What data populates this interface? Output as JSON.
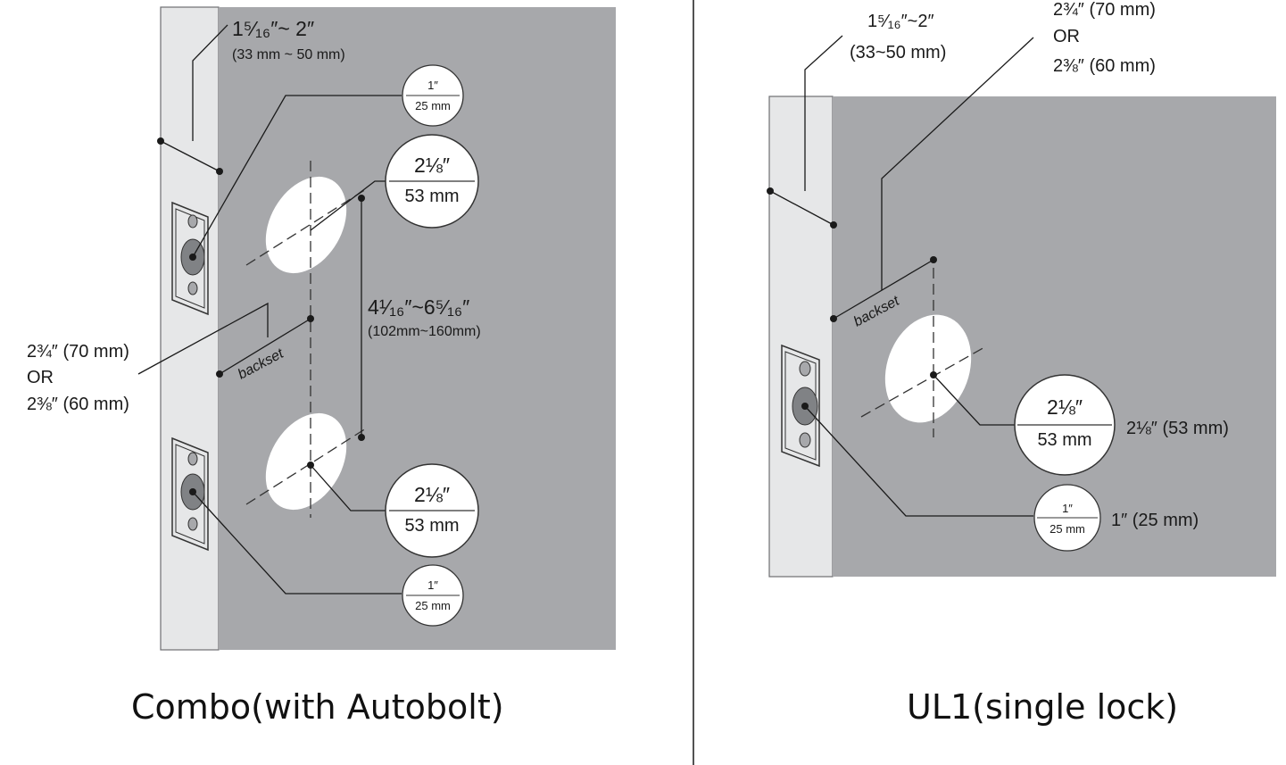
{
  "captions": {
    "combo": "Combo(with Autobolt)",
    "ul1": "UL1(single lock)"
  },
  "combo": {
    "thickness_main": "1⁵⁄₁₆″~ 2″",
    "thickness_mm": "(33 mm ~ 50 mm)",
    "latch_hole_top": {
      "inch": "1″",
      "mm": "25 mm"
    },
    "bore_top": {
      "inch": "2⅛″",
      "mm": "53 mm"
    },
    "spacing_main": "4¹⁄₁₆″~6⁵⁄₁₆″",
    "spacing_mm": "(102mm~160mm)",
    "backset_options": [
      "2¾″ (70 mm)",
      "OR",
      "2⅜″ (60 mm)"
    ],
    "backset_label": "backset",
    "bore_bottom": {
      "inch": "2⅛″",
      "mm": "53 mm"
    },
    "latch_hole_bottom": {
      "inch": "1″",
      "mm": "25 mm"
    }
  },
  "ul1": {
    "thickness_main": "1⁵⁄₁₆″~2″",
    "thickness_mm": "(33~50 mm)",
    "backset_options": [
      "2¾″ (70 mm)",
      "OR",
      "2⅜″ (60 mm)"
    ],
    "backset_label": "backset",
    "bore": {
      "inch": "2⅛″",
      "mm": "53 mm",
      "side": "2⅛″ (53 mm)"
    },
    "latch_hole": {
      "inch": "1″",
      "mm": "25 mm",
      "side": "1″ (25 mm)"
    }
  },
  "colors": {
    "door_face": "#a7a8ab",
    "door_edge": "#e6e7e8",
    "line": "#1a1a1a"
  }
}
